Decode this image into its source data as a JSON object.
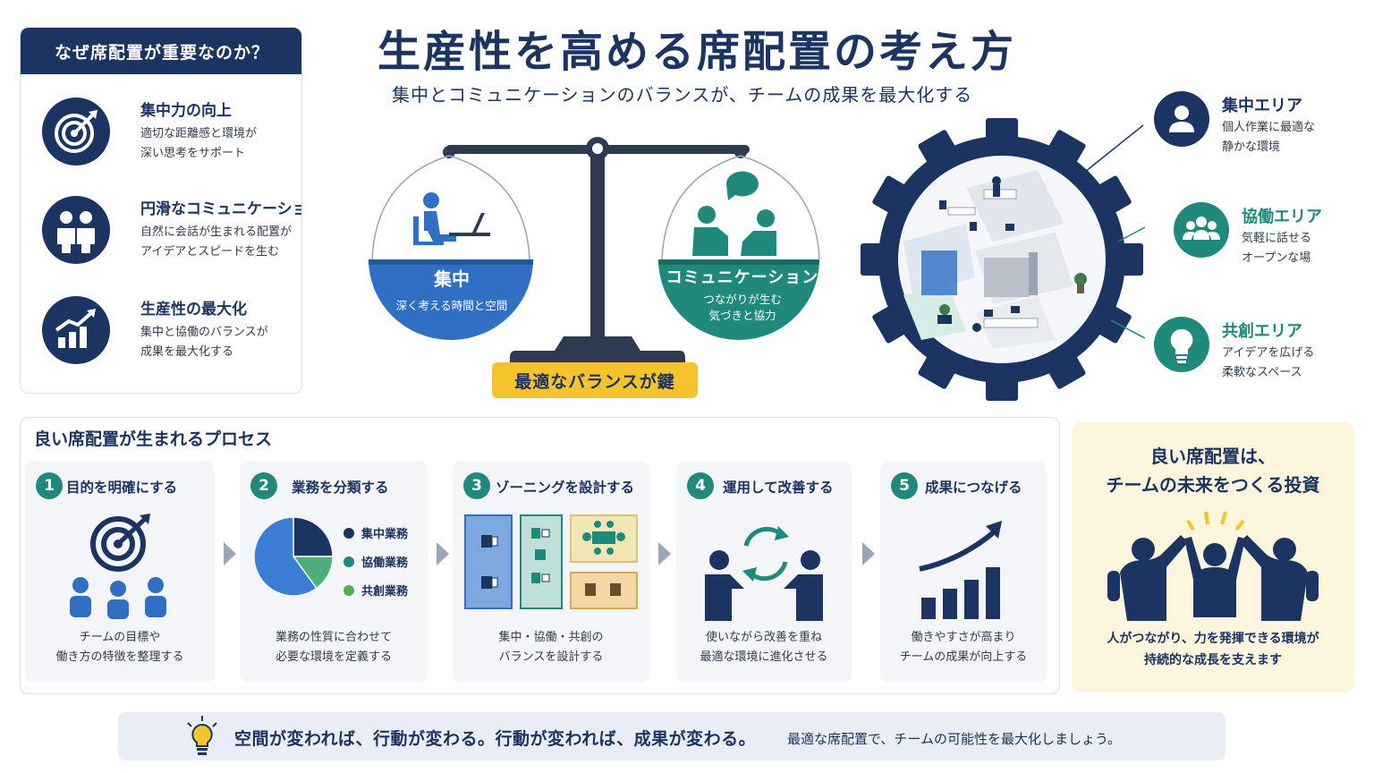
{
  "title": "生産性を高める席配置の考え方",
  "subtitle": "集中とコミュニケーションのバランスが、チームの成果を最大化する",
  "why": {
    "header": "なぜ席配置が重要なのか？",
    "items": [
      {
        "title": "集中力の向上",
        "desc": "適切な距離感と環境が\n深い思考をサポート",
        "icon": "target-icon"
      },
      {
        "title": "円滑なコミュニケーション",
        "desc": "自然に会話が生まれる配置が\nアイデアとスピードを生む",
        "icon": "people-icon"
      },
      {
        "title": "生産性の最大化",
        "desc": "集中と協働のバランスが\n成果を最大化する",
        "icon": "growth-chart-icon"
      }
    ]
  },
  "scale": {
    "focus": {
      "title": "集中",
      "desc": "深く考える時間と空間"
    },
    "communication": {
      "title": "コミュニケーション",
      "desc": "つながりが生む\n気づきと協力"
    },
    "key": "最適なバランスが鍵"
  },
  "zones": [
    {
      "title": "集中エリア",
      "desc": "個人作業に最適な\n静かな環境",
      "color": "#1c3461",
      "icon": "person-icon"
    },
    {
      "title": "協働エリア",
      "desc": "気軽に話せる\nオープンな場",
      "color": "#1f8a7c",
      "icon": "group-icon"
    },
    {
      "title": "共創エリア",
      "desc": "アイデアを広げる\n柔軟なスペース",
      "color": "#1f8a7c",
      "icon": "lightbulb-icon"
    }
  ],
  "process": {
    "title": "良い席配置が生まれるプロセス",
    "steps": [
      {
        "num": "1",
        "title": "目的を明確にする",
        "desc": "チームの目標や\n働き方の特徴を整理する"
      },
      {
        "num": "2",
        "title": "業務を分類する",
        "desc": "業務の性質に合わせて\n必要な環境を定義する"
      },
      {
        "num": "3",
        "title": "ゾーニングを設計する",
        "desc": "集中・協働・共創の\nバランスを設計する"
      },
      {
        "num": "4",
        "title": "運用して改善する",
        "desc": "使いながら改善を重ね\n最適な環境に進化させる"
      },
      {
        "num": "5",
        "title": "成果につなげる",
        "desc": "働きやすさが高まり\nチームの成果が向上する"
      }
    ],
    "legend": [
      {
        "label": "集中業務",
        "color": "#1c3461"
      },
      {
        "label": "協働業務",
        "color": "#1f8a7c"
      },
      {
        "label": "共創業務",
        "color": "#4caf50"
      }
    ]
  },
  "chart_data": {
    "type": "pie",
    "categories": [
      "集中業務",
      "協働業務",
      "共創業務"
    ],
    "values": [
      25,
      15,
      60
    ],
    "colors": [
      "#1c3461",
      "#4caf7a",
      "#3a7fd5"
    ]
  },
  "invest": {
    "title": "良い席配置は、\nチームの未来をつくる投資",
    "desc": "人がつながり、力を発揮できる環境が\n持続的な成長を支えます"
  },
  "banner": {
    "main": "空間が変われば、行動が変わる。行動が変われば、成果が変わる。",
    "sub": "最適な席配置で、チームの可能性を最大化しましょう。"
  },
  "colors": {
    "navy": "#1c3461",
    "teal": "#1f8a7c",
    "blue": "#2f6fc4",
    "yellow": "#f5c32c"
  }
}
